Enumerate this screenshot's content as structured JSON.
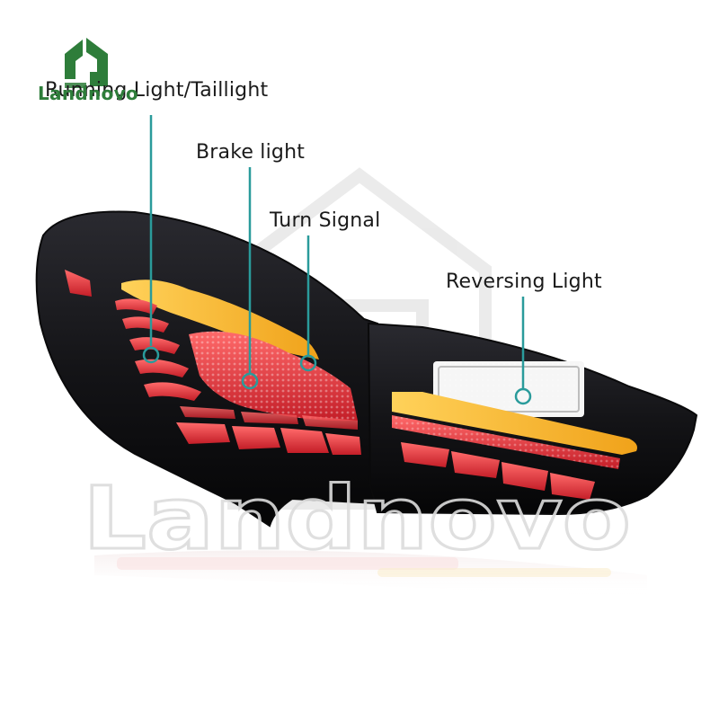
{
  "brand": {
    "name": "Landnovo",
    "logo_icon": "landnovo-logo-icon",
    "watermark": "Landnovo",
    "color": "#2e7d3a"
  },
  "callouts": {
    "running_light": "Running Light/Taillight",
    "brake_light": "Brake light",
    "turn_signal": "Turn Signal",
    "reversing_light": "Reversing Light"
  },
  "colors": {
    "leader_line": "#2a9b9b",
    "housing": "#151518",
    "red_led": "#e8323a",
    "amber_led": "#f5b423",
    "white_led": "#f2f2f2"
  }
}
